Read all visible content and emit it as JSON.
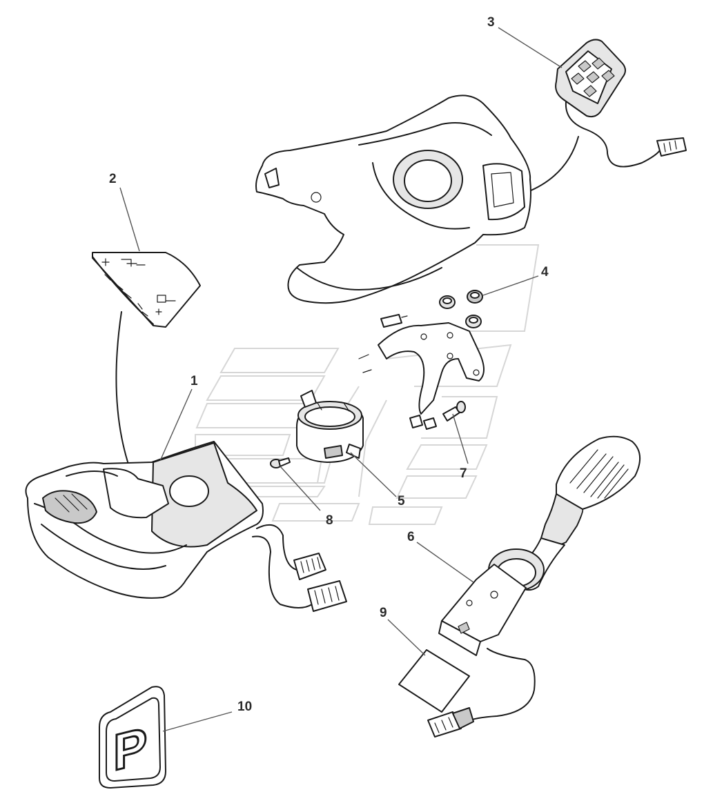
{
  "diagram": {
    "callouts": [
      {
        "id": "1",
        "label": "1"
      },
      {
        "id": "2",
        "label": "2"
      },
      {
        "id": "3",
        "label": "3"
      },
      {
        "id": "4",
        "label": "4"
      },
      {
        "id": "5",
        "label": "5"
      },
      {
        "id": "6",
        "label": "6"
      },
      {
        "id": "7",
        "label": "7"
      },
      {
        "id": "8",
        "label": "8"
      },
      {
        "id": "9",
        "label": "9"
      },
      {
        "id": "10",
        "label": "10"
      }
    ],
    "parking_plate_letter": "P"
  },
  "colors": {
    "line": "#1a1a1a",
    "fill_light": "#e6e6e6",
    "background_logo": "#d6d6d6"
  }
}
